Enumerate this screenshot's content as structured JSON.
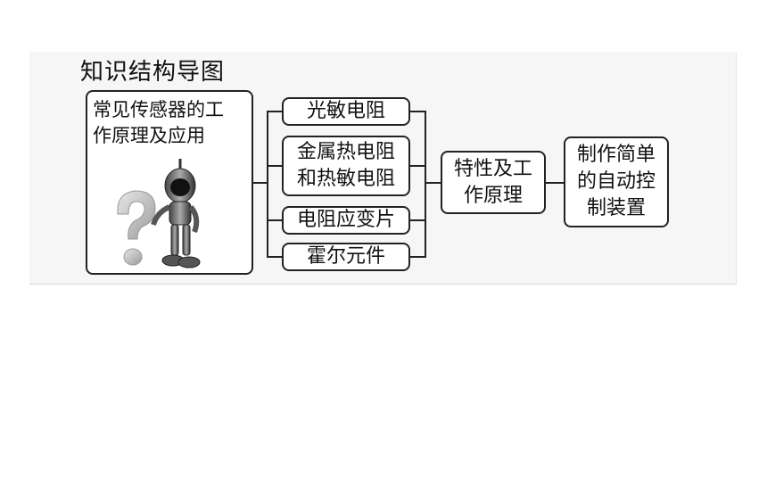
{
  "title": "知识结构导图",
  "root": {
    "label_line1": "常见传感器的工",
    "label_line2": "作原理及应用"
  },
  "sensors": {
    "guangmin": "光敏电阻",
    "jinshu_line1": "金属热电阻",
    "jinshu_line2": "和热敏电阻",
    "yingbian": "电阻应变片",
    "huoer": "霍尔元件"
  },
  "principle": {
    "line1": "特性及工",
    "line2": "作原理"
  },
  "application": {
    "line1": "制作简单",
    "line2": "的自动控",
    "line3": "制装置"
  },
  "illustration": {
    "icon": "robot-question-mark-icon"
  },
  "colors": {
    "border": "#222222",
    "panel": "#f6f6f6",
    "line": "#222222"
  }
}
